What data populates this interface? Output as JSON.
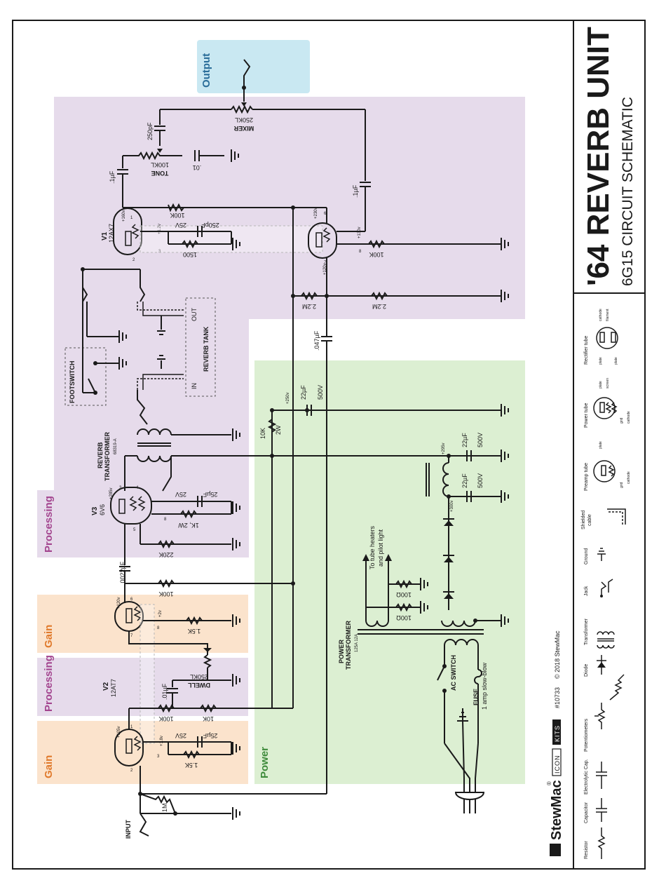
{
  "title": {
    "main": "'64 REVERB UNIT",
    "sub": "6G15 CIRCUIT SCHEMATIC"
  },
  "brand": {
    "name": "StewMac",
    "registered": "®",
    "series_a": "ICON",
    "series_b": "KITS",
    "part": "#10733",
    "copyright": "© 2018 StewMac"
  },
  "sections": {
    "output": "Output",
    "processing_1": "Processing",
    "processing_2": "Processing",
    "gain_1": "Gain",
    "gain_2": "Gain",
    "power": "Power"
  },
  "colors": {
    "output": "#c9e8f2",
    "processing": "#e6dbeb",
    "gain": "#fbe3cc",
    "power": "#dcefd2",
    "output_text": "#2b6e9a",
    "processing_text": "#a3458f",
    "gain_text": "#e07a2c",
    "power_text": "#3d8a3a"
  },
  "tubes": {
    "v1": {
      "name": "V1",
      "type": "12AX7"
    },
    "v2": {
      "name": "V2",
      "type": "12AT7"
    },
    "v3": {
      "name": "V3",
      "type": "6V6"
    }
  },
  "controls": {
    "mixer": {
      "value": "250KL",
      "name": "MIXER"
    },
    "tone": {
      "value": "100KL",
      "name": "TONE"
    },
    "dwell": {
      "value": "250KL",
      "name": "DWELL"
    }
  },
  "components": {
    "c_250pf_top": "250pF",
    "c_01_tone": ".01",
    "c_1uf_a": ".1µF",
    "c_1uf_b": ".1µF",
    "r_100k_v1": "100K",
    "c_250pf_v1": "250pF",
    "c_25v_v1": "25V",
    "r_1500": "1500",
    "r_100k_v1b": "100K",
    "r_2m2_a": "2.2M",
    "r_2m2_b": "2.2M",
    "c_047": ".047µF",
    "c_22uf_a": "22µF",
    "c_500v_a": "500V",
    "r_10k2w_a": "10K",
    "r_10k2w_b": "2W",
    "c_22uf_b": "22µF",
    "c_500v_b": "500V",
    "c_22uf_c": "22µF",
    "c_500v_c": "500V",
    "c_250pf_v3": "25µF",
    "c_25v_v3": "25V",
    "r_1k2w": "1K, 2W",
    "r_220k": "220K",
    "c_0022": ".0022µF",
    "r_100k_v2": "100K",
    "r_1_5k_a": "1.5K",
    "c_01uf_dwell": ".01µF",
    "r_100k_dwell": "100K",
    "r_10k": "10K",
    "c_25uf_v2": "25µF",
    "c_25v_v2": "25V",
    "r_1_5k_b": "1.5K",
    "r_1m": "1M",
    "r_100ohm_a": "100Ω",
    "r_100ohm_b": "100Ω"
  },
  "voltages": {
    "v1_plate_a": "+160v",
    "v1_cath_a": "+1.2v",
    "v1_plate_b": "+230v",
    "v1_b2": "+130v",
    "v1_b3": "+120v",
    "n_250": "+250v",
    "n_295": "+295v",
    "n_300": "+300v",
    "v3_plate": "+285v",
    "v2_plate_b": "+120v",
    "v2_cath_b": "+2v",
    "v2_plate_a": "+105v",
    "v2_cath_a": "+1.8v"
  },
  "pins": {
    "p1": "1",
    "p2": "2",
    "p3": "3",
    "p6": "6",
    "p7": "7",
    "p8": "8",
    "v3_3": "3",
    "v3_4": "4",
    "v3_5": "5",
    "v3_8": "8",
    "v2_1": "1",
    "v2_2": "2",
    "v2_3": "3",
    "v2_6": "6",
    "v2_7": "7",
    "v2_8": "8"
  },
  "labels": {
    "reverb_tank": "REVERB TANK",
    "tank_in": "IN",
    "tank_out": "OUT",
    "footswitch": "FOOTSWITCH",
    "reverb_transformer": "REVERB",
    "reverb_transformer_2": "TRANSFORMER",
    "reverb_transformer_pn": "68319-A",
    "power_transformer": "POWER",
    "power_transformer_2": "TRANSFORMER",
    "power_transformer_pn": "125A 12A",
    "heaters_1": "To tube heaters",
    "heaters_2": "and pilot light",
    "ac_switch": "AC SWITCH",
    "fuse": "FUSE",
    "fuse_desc": "1 amp slow-blow",
    "input": "INPUT"
  },
  "legend": {
    "resistor": "Resistor",
    "capacitor": "Capacitor",
    "electrolytic": "Electrolytic Cap.",
    "potentiometers": "Potentiometers",
    "diode": "Diode",
    "transformer": "Transformer",
    "jack": "Jack",
    "ground": "Ground",
    "shielded_1": "Shielded",
    "shielded_2": "cable",
    "preamp": "Preamp tube",
    "power_tube": "Power tube",
    "rectifier": "Rectifier tube",
    "pin_grid": "grid",
    "pin_plate": "plate",
    "pin_cathode": "cathode",
    "pin_screen": "screen",
    "pin_filament": "filament"
  }
}
